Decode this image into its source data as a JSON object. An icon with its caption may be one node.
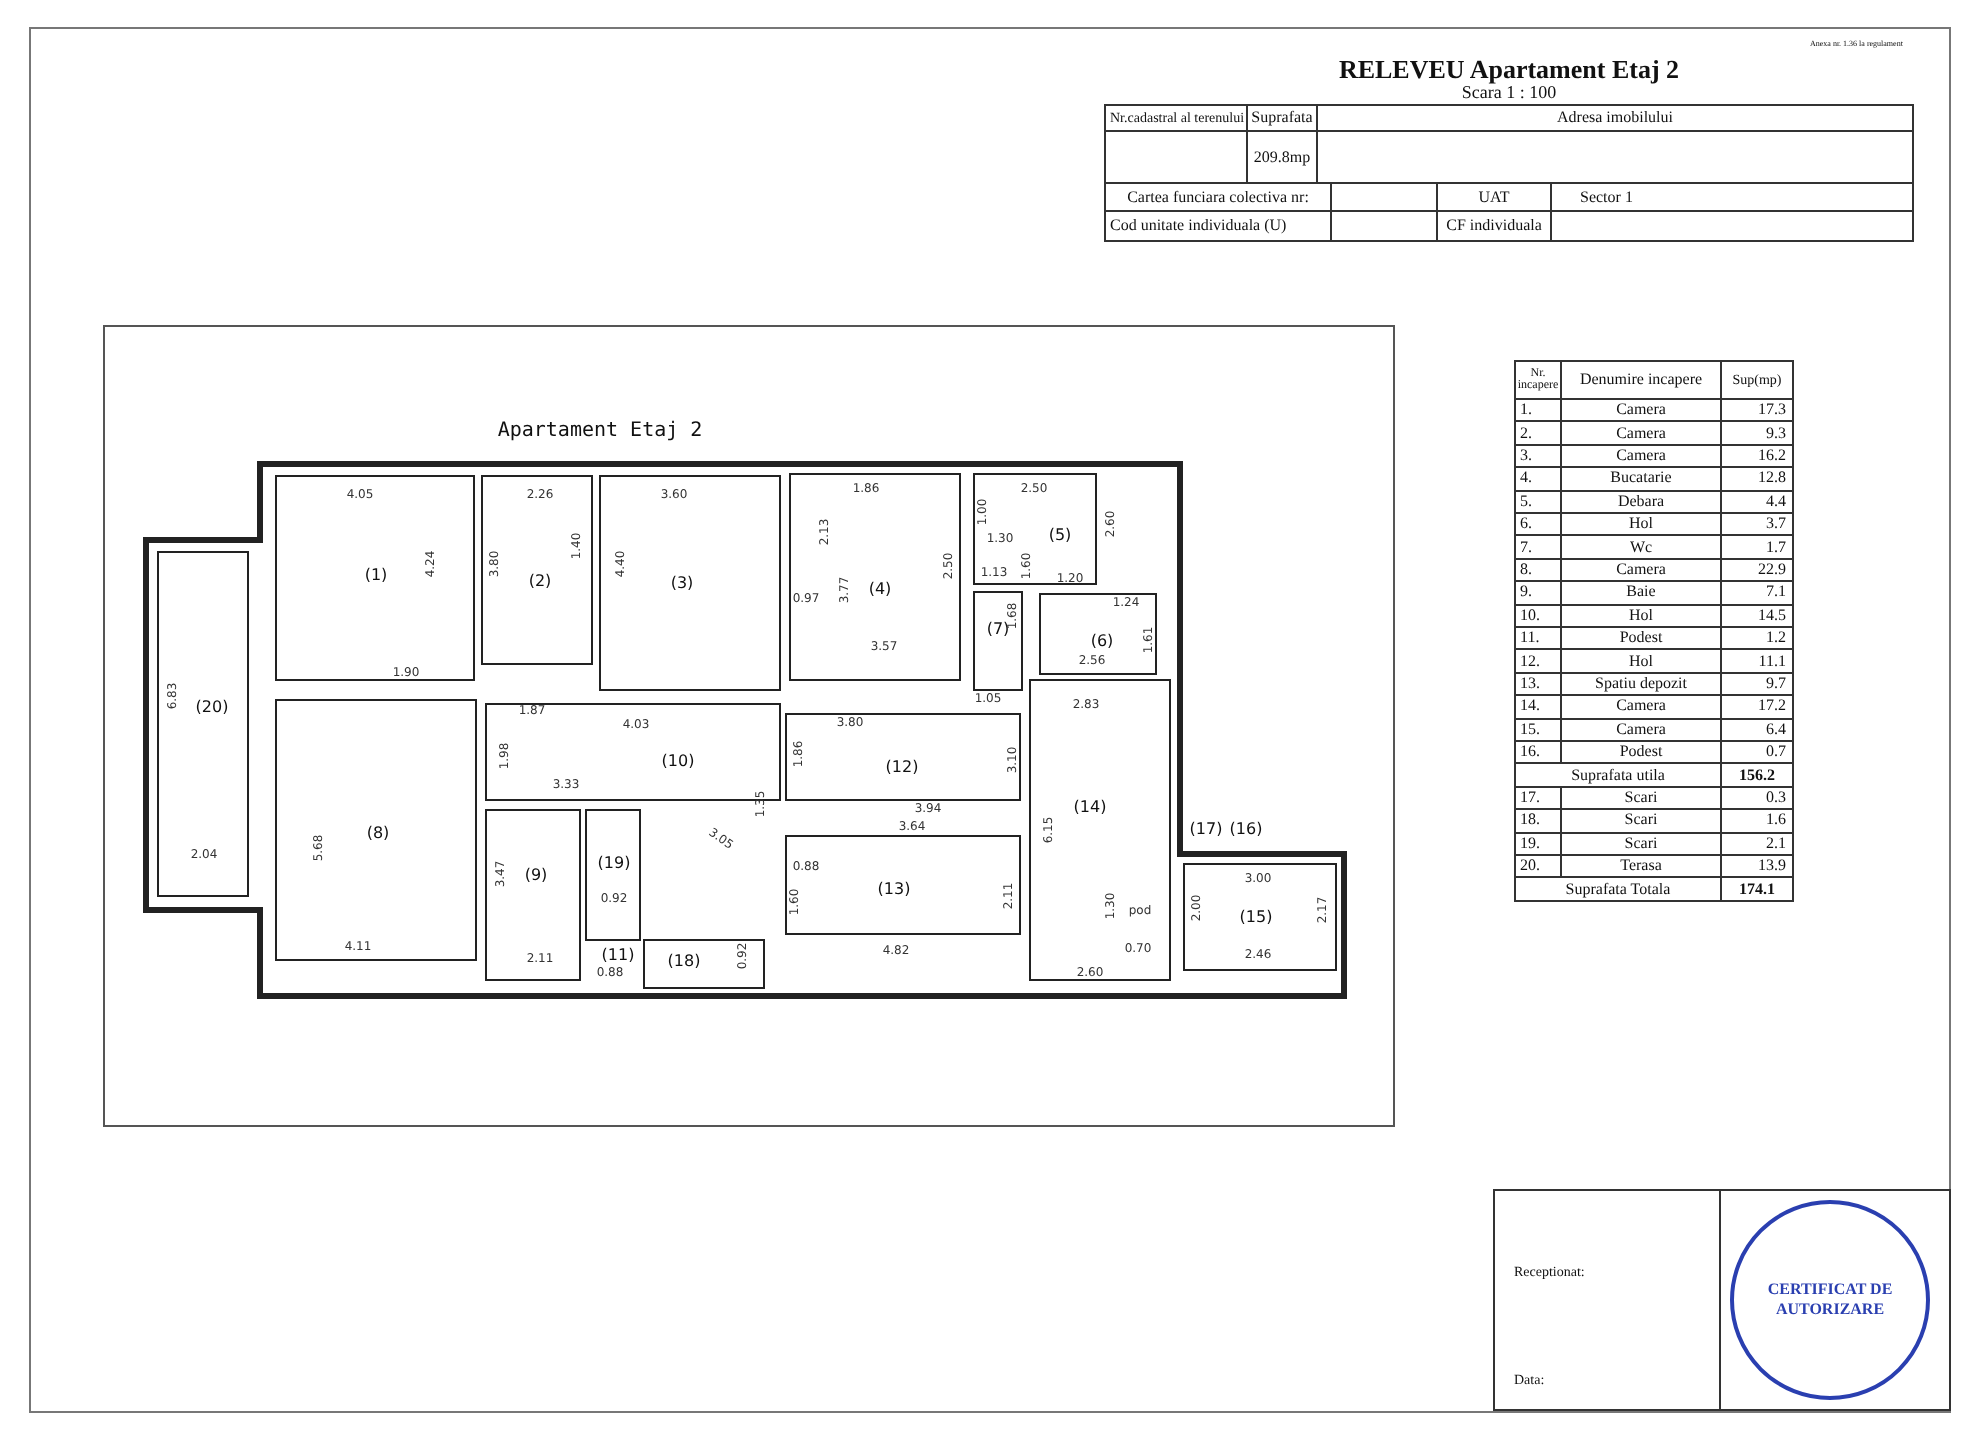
{
  "diagram": {
    "title": "RELEVEU Apartament Etaj 2",
    "labels": [
      "Anexa nr. 1.36 la regulament",
      "Scara 1 : 100",
      "Nr.cadastral al terenului",
      "Suprafata",
      "Adresa imobilului",
      "209.8mp",
      "Cartea funciara colectiva nr:",
      "UAT",
      "Sector 1",
      "Cod unitate individuala (U)",
      "CF individuala",
      "Nr. incapere",
      "Denumire incapere",
      "Sup(mp)",
      "1.",
      "Camera",
      "17.3",
      "2.",
      "Camera",
      "9.3",
      "3.",
      "Camera",
      "16.2",
      "4.",
      "Bucatarie",
      "12.8",
      "5.",
      "Debara",
      "4.4",
      "6.",
      "Hol",
      "3.7",
      "7.",
      "Wc",
      "1.7",
      "8.",
      "Camera",
      "22.9",
      "9.",
      "Baie",
      "7.1",
      "10.",
      "Hol",
      "14.5",
      "11.",
      "Podest",
      "1.2",
      "12.",
      "Hol",
      "11.1",
      "13.",
      "Spatiu depozit",
      "9.7",
      "14.",
      "Camera",
      "17.2",
      "15.",
      "Camera",
      "6.4",
      "16.",
      "Podest",
      "0.7",
      "Suprafata utila",
      "156.2",
      "17.",
      "Scari",
      "0.3",
      "18.",
      "Scari",
      "1.6",
      "19.",
      "Scari",
      "2.1",
      "20.",
      "Terasa",
      "13.9",
      "Suprafata Totala",
      "174.1",
      "Apartament Etaj 2",
      "(1)",
      "4.05",
      "4.24",
      "1.90",
      "(2)",
      "2.26",
      "3.80",
      "1.40",
      "(3)",
      "3.60",
      "4.40",
      "(20)",
      "6.83",
      "2.04",
      "1.87",
      "4.03",
      "1.98",
      "3.33",
      "(10)",
      "(8)",
      "3.05",
      "5.68",
      "4.11",
      "(9)",
      "3.47",
      "2.11",
      "(19)",
      "0.92",
      "(11)",
      "0.88",
      "(18)",
      "0.92",
      "1.86",
      "2.13",
      "0.97",
      "3.77",
      "(4)",
      "2.50",
      "3.57",
      "2.50",
      "1.00",
      "1.30",
      "(5)",
      "1.60",
      "2.60",
      "1.13",
      "1.20",
      "1.24",
      "(7)",
      "1.68",
      "(6)",
      "2.56",
      "1.61",
      "1.05",
      "2.83",
      "3.80",
      "1.86",
      "(12)",
      "3.10",
      "3.94",
      "1.35",
      "3.64",
      "0.88",
      "(13)",
      "1.60",
      "2.11",
      "4.82",
      "(14)",
      "6.15",
      "(17)",
      "(16)",
      "3.00",
      "1.30",
      "pod",
      "0.70",
      "2.00",
      "2.17",
      "(15)",
      "2.46",
      "2.60",
      "Receptionat:",
      "Data:",
      "CERTIFICAT DE AUTORIZARE"
    ]
  }
}
